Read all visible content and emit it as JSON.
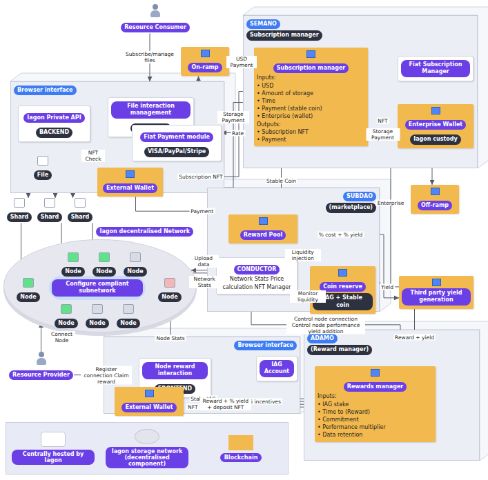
{
  "diagram": {
    "nodes": [
      {
        "text": [
          "Resource Consumer"
        ]
      },
      {
        "text": [
          "Browser interface"
        ]
      },
      {
        "text": [
          "File interaction management",
          "FRONTEND"
        ],
        "in": 1
      },
      {
        "text": [
          "Iagon Private API",
          "BACKEND"
        ],
        "in": 1
      },
      {
        "text": [
          "Fiat Payment module",
          "VISA/PayPal/Stripe"
        ],
        "in": 1
      },
      {
        "text": [
          "File"
        ],
        "in": 1
      },
      {
        "text": [
          "External Wallet"
        ],
        "in": 1
      },
      {
        "text": [
          "On-ramp"
        ]
      },
      {
        "text": [
          "SEMANO",
          "Subscription manager"
        ]
      },
      {
        "text": [
          "Subscription manager",
          "Inputs:",
          "• USD",
          "• Amount of storage",
          "• Time",
          "• Payment (stable coin)",
          "• Enterprise (wallet)",
          "Outputs:",
          "• Subscription NFT",
          "• Payment"
        ],
        "in": 8
      },
      {
        "text": [
          "Fiat Subscription Manager"
        ],
        "in": 8
      },
      {
        "text": [
          "Enterprise Wallet",
          "Iagon custody"
        ],
        "in": 8
      },
      {
        "text": [
          "Off-ramp"
        ]
      },
      {
        "text": [
          "Shard"
        ]
      },
      {
        "text": [
          "Shard"
        ]
      },
      {
        "text": [
          "Shard"
        ]
      },
      {
        "text": [
          "SUBDAO",
          "(marketplace)"
        ]
      },
      {
        "text": [
          "Reward Pool"
        ],
        "in": 16
      },
      {
        "text": [
          "Coin reserve",
          "IAG + Stable coin"
        ],
        "in": 16
      },
      {
        "text": [
          "CONDUCTOR",
          "Network Stats Price calculation NFT Manager"
        ],
        "in": 16
      },
      {
        "text": [
          "Iagon decentralised Network"
        ]
      },
      {
        "text": [
          "Configure compliant subnetwork"
        ],
        "in": 20
      },
      {
        "text": [
          "Node"
        ],
        "in": 20
      },
      {
        "text": [
          "Node"
        ],
        "in": 20
      },
      {
        "text": [
          "Node"
        ],
        "in": 20
      },
      {
        "text": [
          "Node"
        ],
        "in": 20
      },
      {
        "text": [
          "Node"
        ],
        "in": 20
      },
      {
        "text": [
          "Node"
        ],
        "in": 20
      },
      {
        "text": [
          "Node"
        ],
        "in": 20
      },
      {
        "text": [
          "Node"
        ],
        "in": 20
      },
      {
        "text": [
          "Third party yield generation"
        ]
      },
      {
        "text": [
          "Resource Provider"
        ]
      },
      {
        "text": [
          "Browser interface"
        ]
      },
      {
        "text": [
          "Node reward interaction",
          "FRONTEND"
        ],
        "in": 32
      },
      {
        "text": [
          "IAG Account"
        ],
        "in": 32
      },
      {
        "text": [
          "External Wallet"
        ],
        "in": 32
      },
      {
        "text": [
          "ADAMO",
          "(Reward manager)"
        ]
      },
      {
        "text": [
          "Rewards manager",
          "Inputs:",
          "• IAG stake",
          "• Time to (Reward)",
          "• Commitment",
          "• Performance multiplier",
          "• Data retention"
        ],
        "in": 36
      }
    ],
    "edges": [
      {
        "from": 0,
        "to": 1,
        "label": "Subscribe/manage files",
        "arrow": "to"
      },
      {
        "from": 4,
        "to": 7,
        "arrow": "to"
      },
      {
        "from": 7,
        "to": 9,
        "label": "USD Payment",
        "arrow": "to"
      },
      {
        "from": 3,
        "to": 6,
        "label": "NFT Check",
        "arrow": "to"
      },
      {
        "from": 6,
        "to": 9,
        "label": "Storage Payment",
        "arrow": "to"
      },
      {
        "from": 9,
        "to": 6,
        "label": "Subscription NFT",
        "arrow": "to"
      },
      {
        "from": 9,
        "to": 4,
        "label": "Rate",
        "arrow": "to"
      },
      {
        "from": 9,
        "to": 11,
        "label": "NFT",
        "arrow": "to"
      },
      {
        "from": 11,
        "to": 9,
        "label": "Storage Payment",
        "arrow": "to"
      },
      {
        "from": 9,
        "to": 17,
        "label": "Stable Coin",
        "arrow": "to"
      },
      {
        "from": 11,
        "to": 18,
        "label": "Enterprise",
        "arrow": "to"
      },
      {
        "from": 11,
        "to": 12,
        "arrow": "to"
      },
      {
        "from": 2,
        "to": 3,
        "arrow": "both"
      },
      {
        "from": 3,
        "to": 13,
        "arrow": "to"
      },
      {
        "from": 3,
        "to": 14,
        "arrow": "to"
      },
      {
        "from": 3,
        "to": 15,
        "arrow": "to"
      },
      {
        "from": 13,
        "to": 25,
        "arrow": "to"
      },
      {
        "from": 14,
        "to": 22,
        "arrow": "to"
      },
      {
        "from": 15,
        "to": 23,
        "arrow": "to"
      },
      {
        "from": 6,
        "to": 17,
        "label": "Payment",
        "arrow": "to"
      },
      {
        "from": 19,
        "to": 20,
        "label": "Upload data",
        "arrow": "to"
      },
      {
        "from": 20,
        "to": 19,
        "label": "Network Stats",
        "arrow": "to"
      },
      {
        "from": 18,
        "to": 17,
        "label": "Liquidity injection",
        "arrow": "to"
      },
      {
        "from": 19,
        "to": 18,
        "label": "Monitor liquidity",
        "arrow": "to"
      },
      {
        "from": 17,
        "to": 30,
        "label": "% cost + % yield",
        "arrow": "to"
      },
      {
        "from": 30,
        "to": 18,
        "label": "Yield",
        "arrow": "to"
      },
      {
        "from": 30,
        "to": 37,
        "label": "Reward + yield",
        "arrow": "to"
      },
      {
        "from": 31,
        "to": 20,
        "label": "Connect Node",
        "arrow": "to"
      },
      {
        "from": 20,
        "to": 33,
        "label": "Node Stats",
        "arrow": "to"
      },
      {
        "from": 31,
        "to": 33,
        "label": "Register connection Claim reward",
        "arrow": "to"
      },
      {
        "from": 19,
        "to": 37,
        "label": "Control node connection Control node performance yield addition",
        "arrow": "to"
      },
      {
        "from": 35,
        "to": 37,
        "label": "Stake IAG",
        "arrow": "to"
      },
      {
        "from": 37,
        "to": 35,
        "label": "IAG incentives",
        "arrow": "to"
      },
      {
        "from": 37,
        "to": 35,
        "label": "Reward + % yield + deposit NFT",
        "arrow": "to"
      },
      {
        "from": 37,
        "to": 35,
        "label": "NFT",
        "arrow": "to"
      },
      {
        "from": 10,
        "to": 11,
        "arrow": "none"
      }
    ],
    "legend": [
      {
        "text": "Centrally hosted by Iagon",
        "color": "#ffffff"
      },
      {
        "text": "Iagon storage network (decentralised component)",
        "color": "#e4e5ec"
      },
      {
        "text": "Blockchain",
        "color": "#f2b94e"
      }
    ]
  }
}
